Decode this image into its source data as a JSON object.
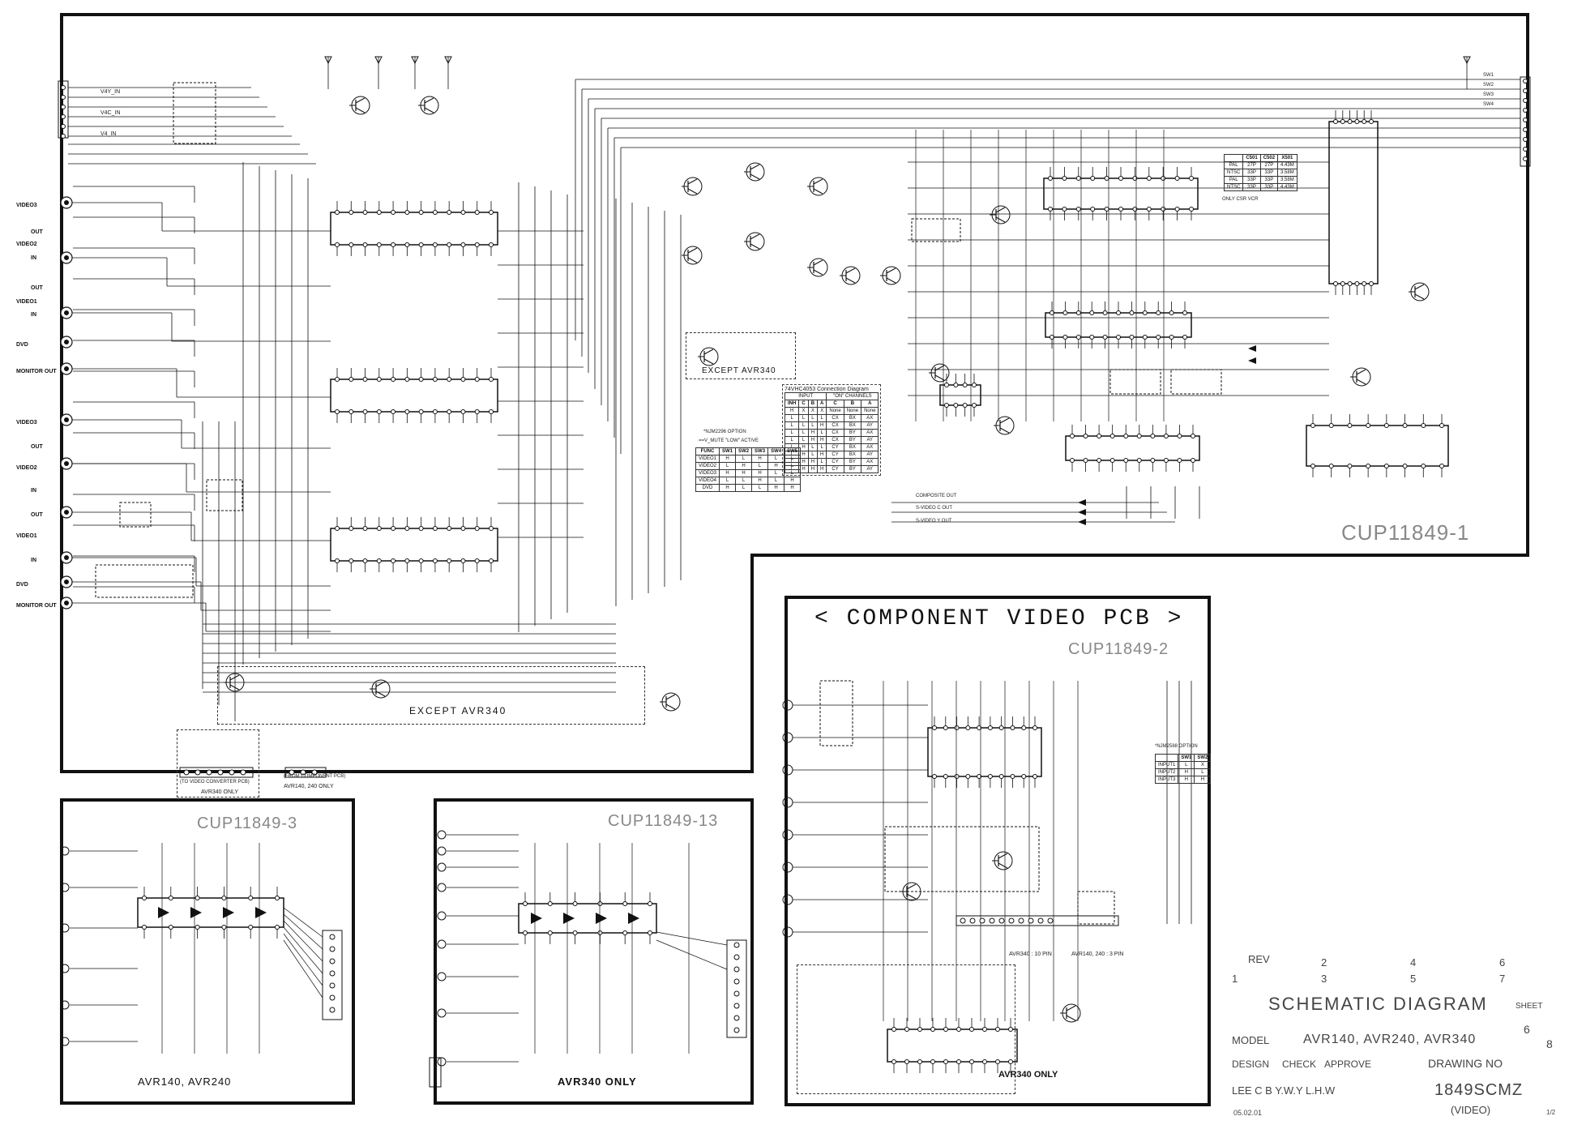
{
  "boards": {
    "main": {
      "id": "CUP11849-1"
    },
    "component": {
      "title": "< COMPONENT VIDEO PCB >",
      "id": "CUP11849-2",
      "note": "AVR340 ONLY"
    },
    "board3": {
      "id": "CUP11849-3",
      "note": "AVR140, AVR240"
    },
    "board13": {
      "id": "CUP11849-13",
      "note": "AVR340 ONLY"
    }
  },
  "jacks": {
    "left": [
      "VIDEO3",
      "OUT",
      "VIDEO2",
      "IN",
      "OUT",
      "VIDEO1",
      "IN",
      "DVD",
      "MONITOR OUT",
      "VIDEO3",
      "OUT",
      "VIDEO2",
      "IN",
      "OUT",
      "VIDEO1",
      "IN",
      "DVD",
      "MONITOR OUT"
    ]
  },
  "signals": {
    "left": [
      "V4Y_IN",
      "V4C_IN",
      "V4_IN"
    ],
    "right": [
      "SW1",
      "SW2",
      "SW3",
      "SW4"
    ],
    "outputs": [
      "COMPOSITE OUT",
      "S-VIDEO C OUT",
      "S-VIDEO Y OUT"
    ]
  },
  "notes": {
    "except1": "EXCEPT AVR340",
    "except2": "EXCEPT AVR340",
    "avr340only": "AVR340 ONLY",
    "avr140_240": "AVR140, 240 ONLY",
    "to_video_conv": "(TO VIDEO CONVERTER PCB)",
    "from_comp": "(FROM COMPONENT PCB)",
    "only_csr": "ONLY CSR VCR",
    "avr340_pin": "AVR340 : 10 PIN",
    "avr140_pin": "AVR140, 240 : 3 PIN",
    "njm2296": "*NJM2296 OPTION",
    "mute": "==V_MUTE \"LOW\" ACTIVE",
    "njm2588": "*NJM2588 OPTION"
  },
  "conn_table": {
    "title": "74VHC4053 Connection Diagram",
    "header1": [
      "INPUT",
      "",
      "",
      "",
      "\"ON\" CHANNELS"
    ],
    "header2": [
      "INH",
      "C",
      "B",
      "A",
      "C",
      "B",
      "A"
    ],
    "rows": [
      [
        "H",
        "X",
        "X",
        "X",
        "None",
        "None",
        "None"
      ],
      [
        "L",
        "L",
        "L",
        "L",
        "CX",
        "BX",
        "AX"
      ],
      [
        "L",
        "L",
        "L",
        "H",
        "CX",
        "BX",
        "AY"
      ],
      [
        "L",
        "L",
        "H",
        "L",
        "CX",
        "BY",
        "AX"
      ],
      [
        "L",
        "L",
        "H",
        "H",
        "CX",
        "BY",
        "AY"
      ],
      [
        "L",
        "H",
        "L",
        "L",
        "CY",
        "BX",
        "AX"
      ],
      [
        "L",
        "H",
        "L",
        "H",
        "CY",
        "BX",
        "AY"
      ],
      [
        "L",
        "H",
        "H",
        "L",
        "CY",
        "BY",
        "AX"
      ],
      [
        "L",
        "H",
        "H",
        "H",
        "CY",
        "BY",
        "AY"
      ]
    ]
  },
  "func_table": {
    "header": [
      "FUNC",
      "SW1",
      "SW2",
      "SW3",
      "SW4",
      "SW5"
    ],
    "rows": [
      [
        "VIDEO1",
        "H",
        "L",
        "H",
        "L",
        "L"
      ],
      [
        "VIDEO2",
        "L",
        "H",
        "L",
        "H",
        "L"
      ],
      [
        "VIDEO3",
        "H",
        "H",
        "H",
        "L",
        "L"
      ],
      [
        "VIDEO4",
        "L",
        "L",
        "H",
        "L",
        "H"
      ],
      [
        "DVD",
        "H",
        "L",
        "L",
        "H",
        "H"
      ]
    ]
  },
  "osc_table": {
    "header": [
      "",
      "C501",
      "C502",
      "X501"
    ],
    "rows": [
      [
        "PAL",
        "27P",
        "27P",
        "4.43M"
      ],
      [
        "NTSC",
        "33P",
        "33P",
        "3.58M"
      ],
      [
        "PAL",
        "33P",
        "33P",
        "3.58M"
      ],
      [
        "NTSC",
        "33P",
        "33P",
        "4.43M"
      ]
    ]
  },
  "njm_table": {
    "header": [
      "",
      "SW1",
      "SW2"
    ],
    "rows": [
      [
        "INPUT1",
        "L",
        "X"
      ],
      [
        "INPUT2",
        "H",
        "L"
      ],
      [
        "INPUT3",
        "H",
        "H"
      ]
    ]
  },
  "title_block": {
    "rev": "REV",
    "revnums": [
      "1",
      "2",
      "3",
      "4",
      "5",
      "6",
      "7"
    ],
    "title": "SCHEMATIC DIAGRAM",
    "sheet": "SHEET",
    "model_label": "MODEL",
    "model": "AVR140, AVR240, AVR340",
    "design": "DESIGN",
    "check": "CHECK",
    "approve": "APPROVE",
    "drawing_no_label": "DRAWING NO",
    "names": "LEE C B Y.W.Y L.H.W",
    "drawing_no": "1849SCMZ",
    "video": "(VIDEO)",
    "date": "05.02.01",
    "sheet_num": "6",
    "sheet_total": "8",
    "page_frac": "1/2"
  }
}
